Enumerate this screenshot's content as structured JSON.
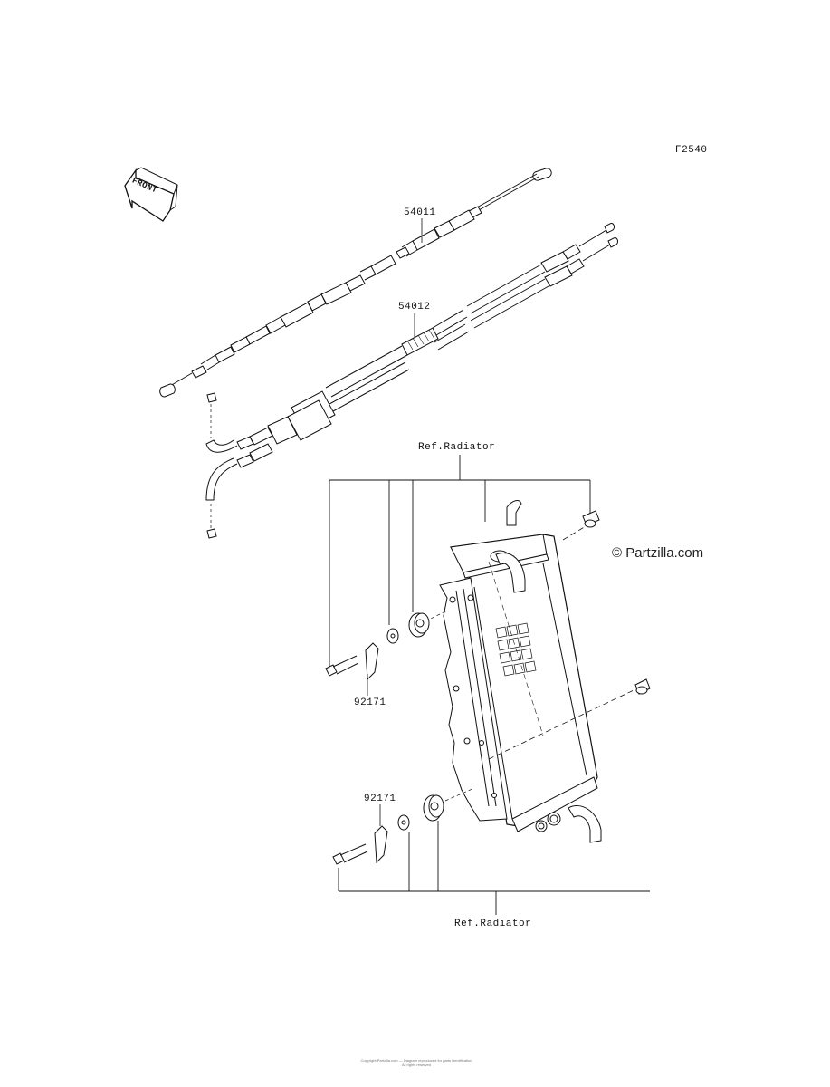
{
  "figure_code": "F2540",
  "front_arrow_label": "FRONT",
  "watermark": "© Partzilla.com",
  "callouts": {
    "cable_1": "54011",
    "cable_2": "54012",
    "clamp_top": "92171",
    "clamp_bottom": "92171",
    "ref_top": "Ref.Radiator",
    "ref_bottom": "Ref.Radiator"
  },
  "footer": {
    "line1": "Copyright Partzilla.com — Diagram reproduced for parts identification",
    "line2": "All rights reserved"
  }
}
